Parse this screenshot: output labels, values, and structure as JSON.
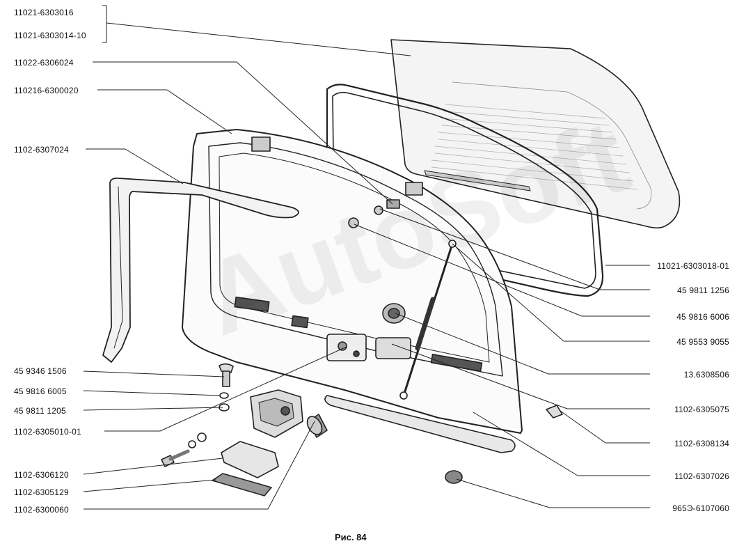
{
  "labels_left": [
    "11021-6303016",
    "11021-6303014-10",
    "11022-6306024",
    "110216-6300020",
    "1102-6307024",
    "45 9346 1506",
    "45 9816 6005",
    "45 9811 1205",
    "1102-6305010-01",
    "1102-6306120",
    "1102-6305129",
    "1102-6300060"
  ],
  "labels_right": [
    "11021-6303018-01",
    "45 9811 1256",
    "45 9816 6006",
    "45 9553 9055",
    "13.6308506",
    "1102-6305075",
    "1102-6308134",
    "1102-6307026",
    "965Э-6107060"
  ],
  "caption": "Рис. 84",
  "watermark": "AutoSoft"
}
